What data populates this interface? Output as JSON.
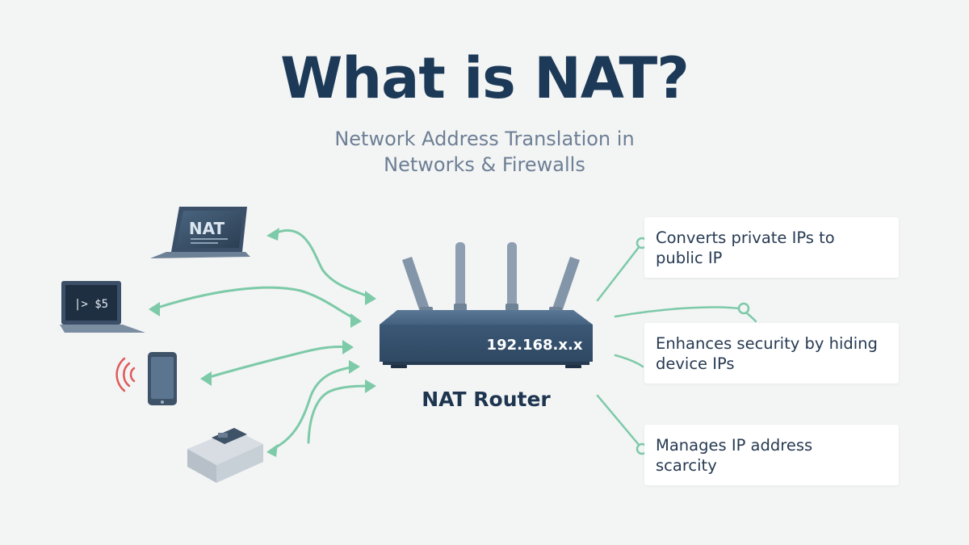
{
  "title": "What is NAT?",
  "subtitle": {
    "line1": "Network Address Translation in",
    "line2": "Networks & Firewalls"
  },
  "router": {
    "ip_label": "192.168.x.x",
    "name": "NAT Router"
  },
  "devices": [
    {
      "name": "laptop",
      "screen_text": "NAT"
    },
    {
      "name": "laptop-terminal",
      "screen_text": "|>  $5"
    },
    {
      "name": "smartphone"
    },
    {
      "name": "network-device"
    }
  ],
  "features": [
    {
      "line1": "Converts private IPs to",
      "line2": "public IP"
    },
    {
      "line1": "Enhances security by hiding",
      "line2": "device IPs"
    },
    {
      "line1": "Manages IP address",
      "line2": "scarcity"
    }
  ],
  "colors": {
    "title": "#1c3a58",
    "subtitle": "#6d7f95",
    "connector": "#7ccaa8",
    "router_body": "#3f5c7c",
    "wifi_signal": "#e05a5a"
  }
}
